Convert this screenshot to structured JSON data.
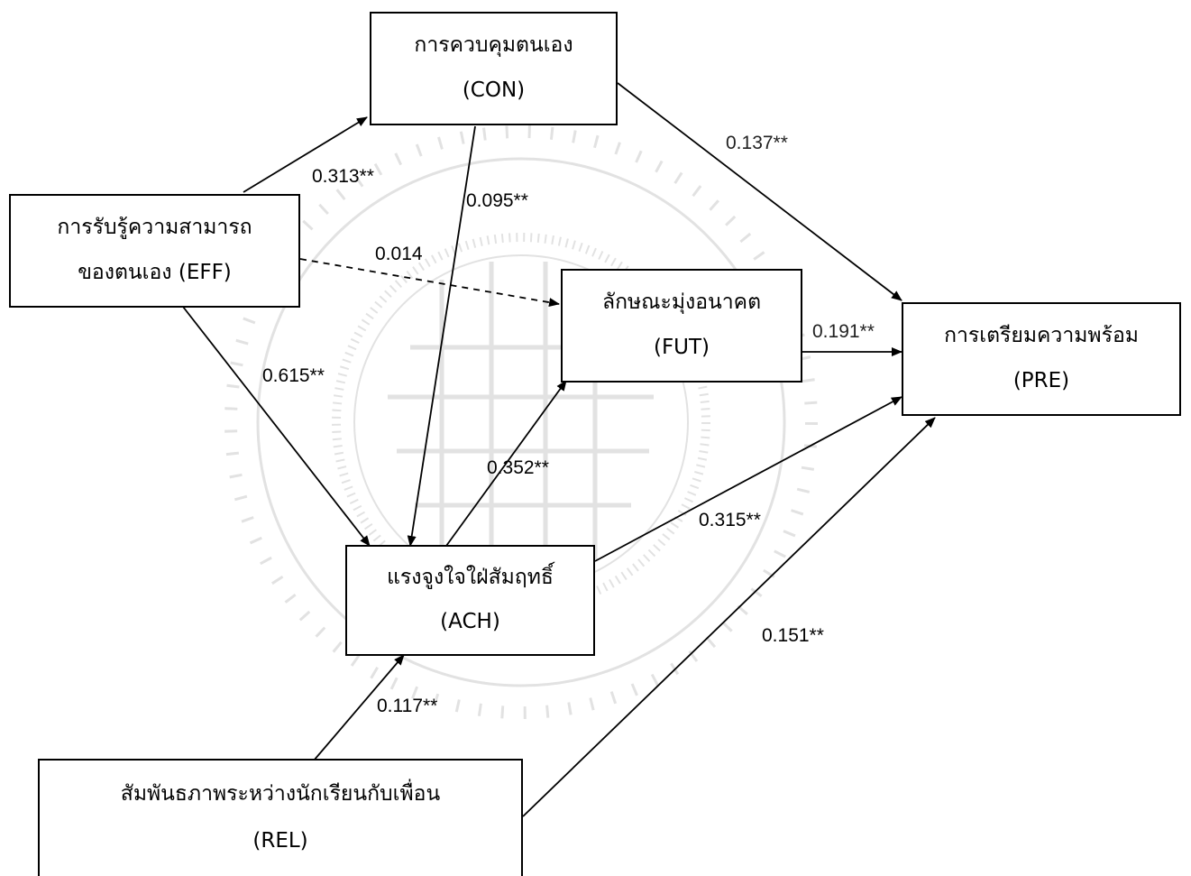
{
  "nodes": {
    "con": {
      "label": "การควบคุมตนเอง",
      "code": "(CON)"
    },
    "eff": {
      "label": "การรับรู้ความสามารถ",
      "code": "ของตนเอง (EFF)"
    },
    "fut": {
      "label": "ลักษณะมุ่งอนาคต",
      "code": "(FUT)"
    },
    "pre": {
      "label": "การเตรียมความพร้อม",
      "code": "(PRE)"
    },
    "ach": {
      "label": "แรงจูงใจใฝ่สัมฤทธิ์",
      "code": "(ACH)"
    },
    "rel": {
      "label": "สัมพันธภาพระหว่างนักเรียนกับเพื่อน",
      "code": "(REL)"
    }
  },
  "paths": {
    "eff_con": "0.313**",
    "con_ach": "0.095**",
    "con_pre": "0.137**",
    "eff_fut": "0.014",
    "eff_ach": "0.615**",
    "fut_pre": "0.191**",
    "ach_fut": "0.352**",
    "ach_pre": "0.315**",
    "rel_pre": "0.151**",
    "rel_ach": "0.117**"
  },
  "colors": {
    "line": "#000000",
    "watermark": "#dedede"
  }
}
